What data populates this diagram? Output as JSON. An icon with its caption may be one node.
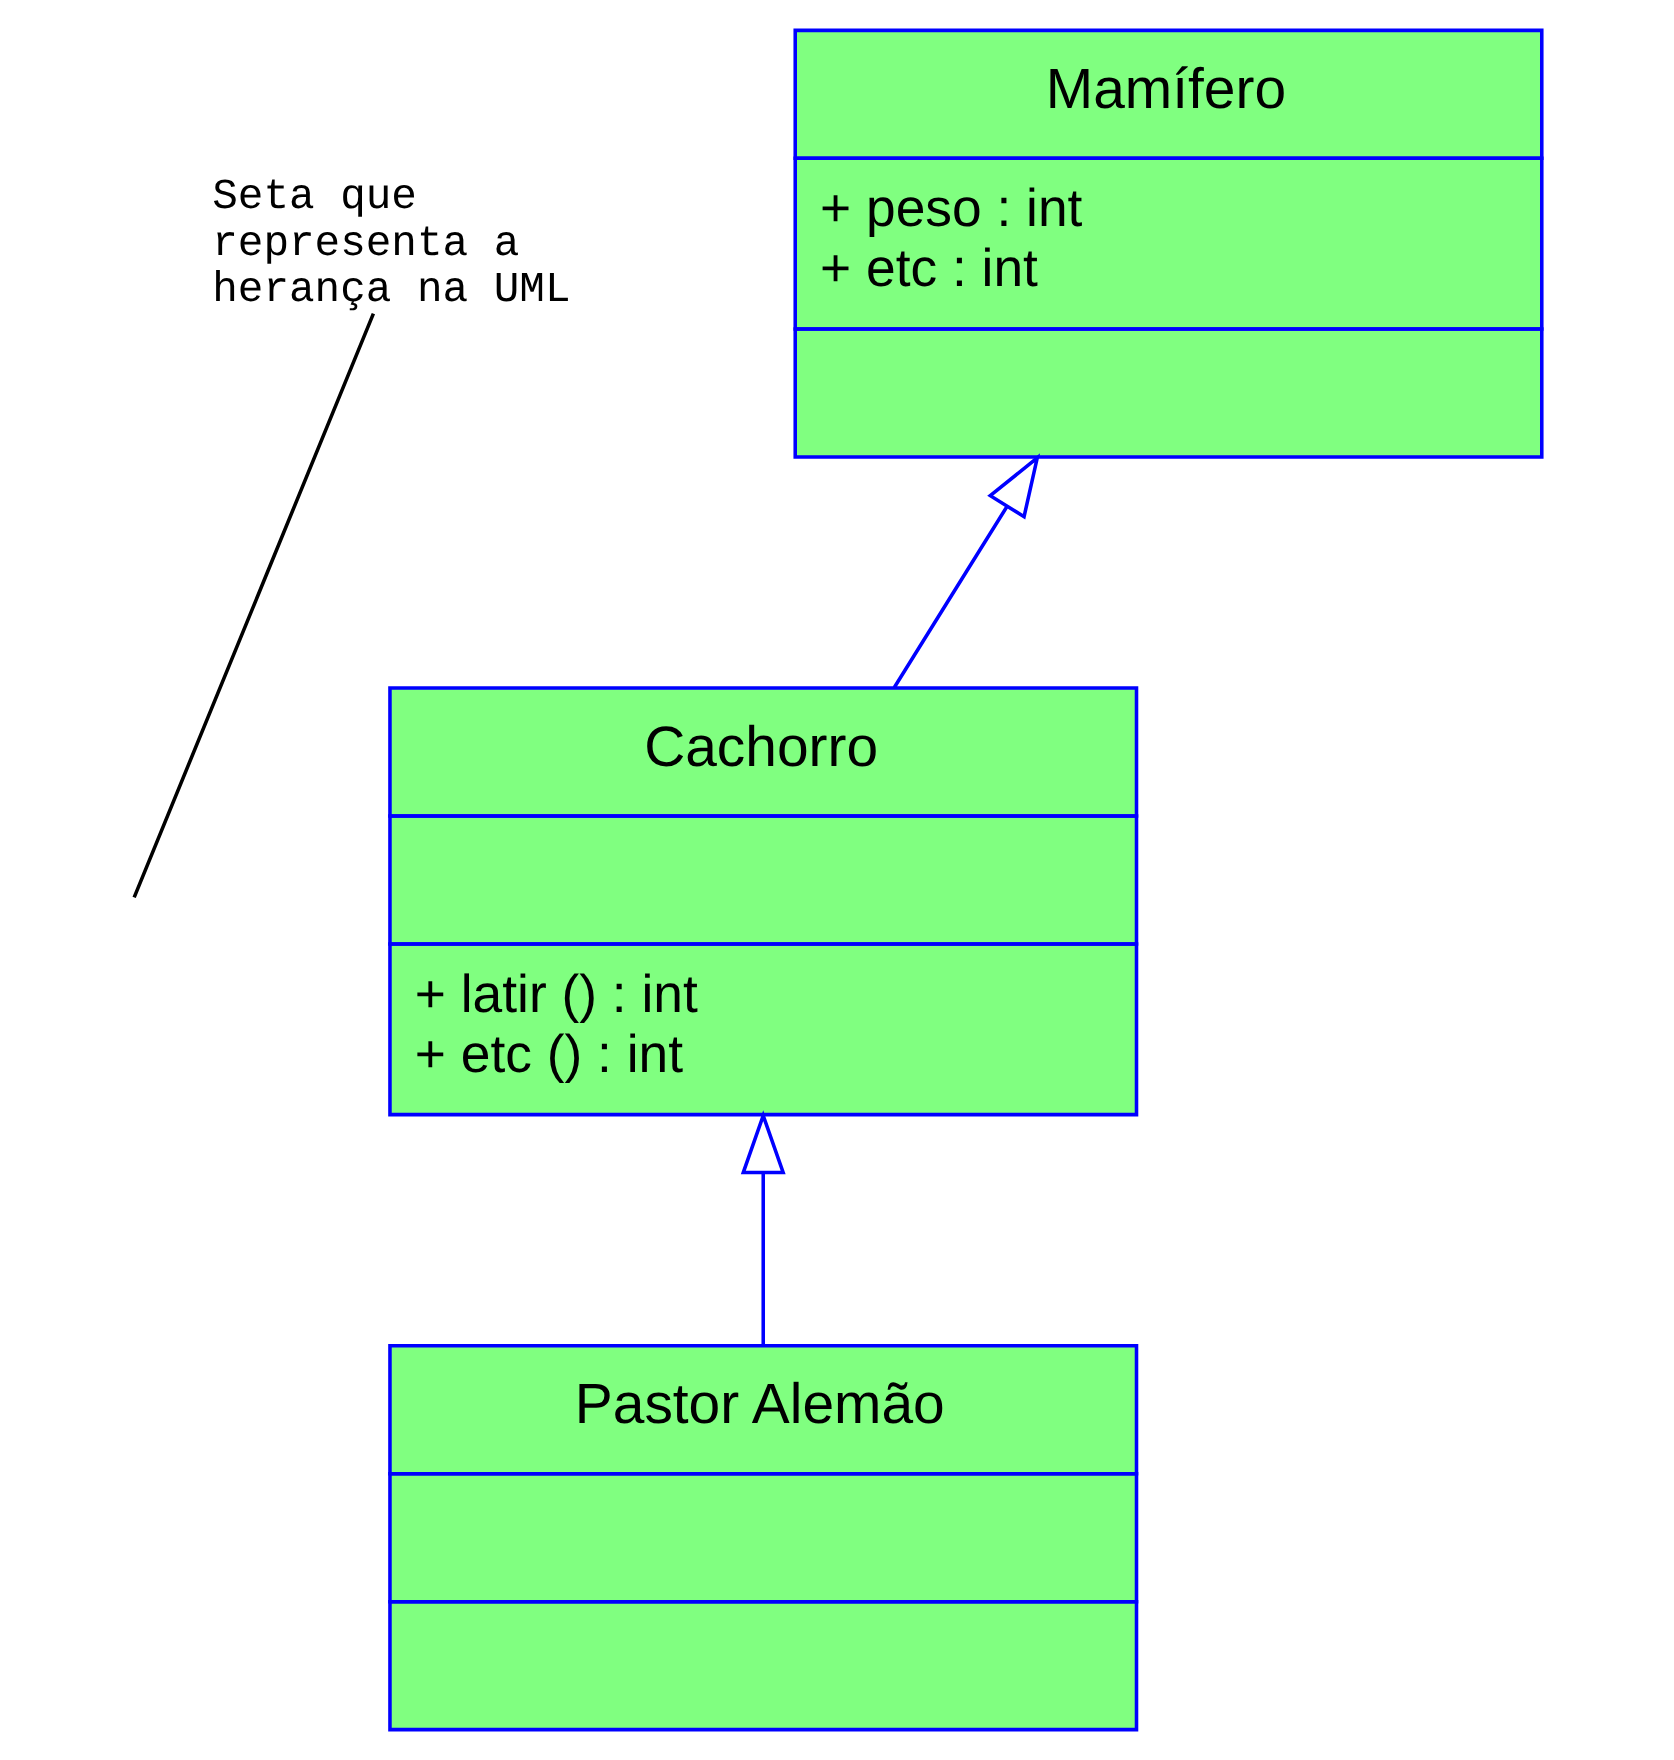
{
  "diagram": {
    "nodes": [
      {
        "text": [
          "Mamífero",
          "+ peso : int",
          "+ etc : int"
        ]
      },
      {
        "text": [
          "Cachorro",
          "+ latir () : int",
          "+ etc () : int"
        ]
      },
      {
        "text": [
          "Pastor Alemão"
        ]
      },
      {
        "text": [
          "Seta que representa a herança na UML"
        ]
      }
    ],
    "edges": [
      {
        "from": 1,
        "to": 0,
        "arrow": "to"
      },
      {
        "from": 2,
        "to": 1,
        "arrow": "to"
      },
      {
        "from": 3,
        "to": null,
        "arrow": "none",
        "color": "#000000"
      }
    ]
  }
}
